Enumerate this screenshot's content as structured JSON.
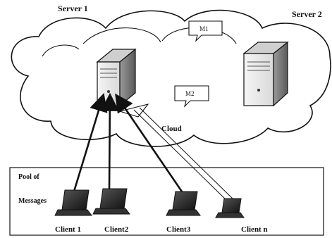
{
  "labels": {
    "server1": "Server 1",
    "server2": "Server 2",
    "cloud": "Cloud",
    "m1": "M1",
    "m2": "M2",
    "pool_line1": "Pool of",
    "pool_line2": "Messages"
  },
  "clients": [
    {
      "label": "Client 1"
    },
    {
      "label": "Client2"
    },
    {
      "label": "Client3"
    },
    {
      "label": "Client n"
    }
  ],
  "icons": {
    "server": "server-tower-icon",
    "laptop": "laptop-icon",
    "message": "speech-bubble-icon"
  },
  "colors": {
    "stroke": "#111111",
    "background": "#ffffff"
  }
}
